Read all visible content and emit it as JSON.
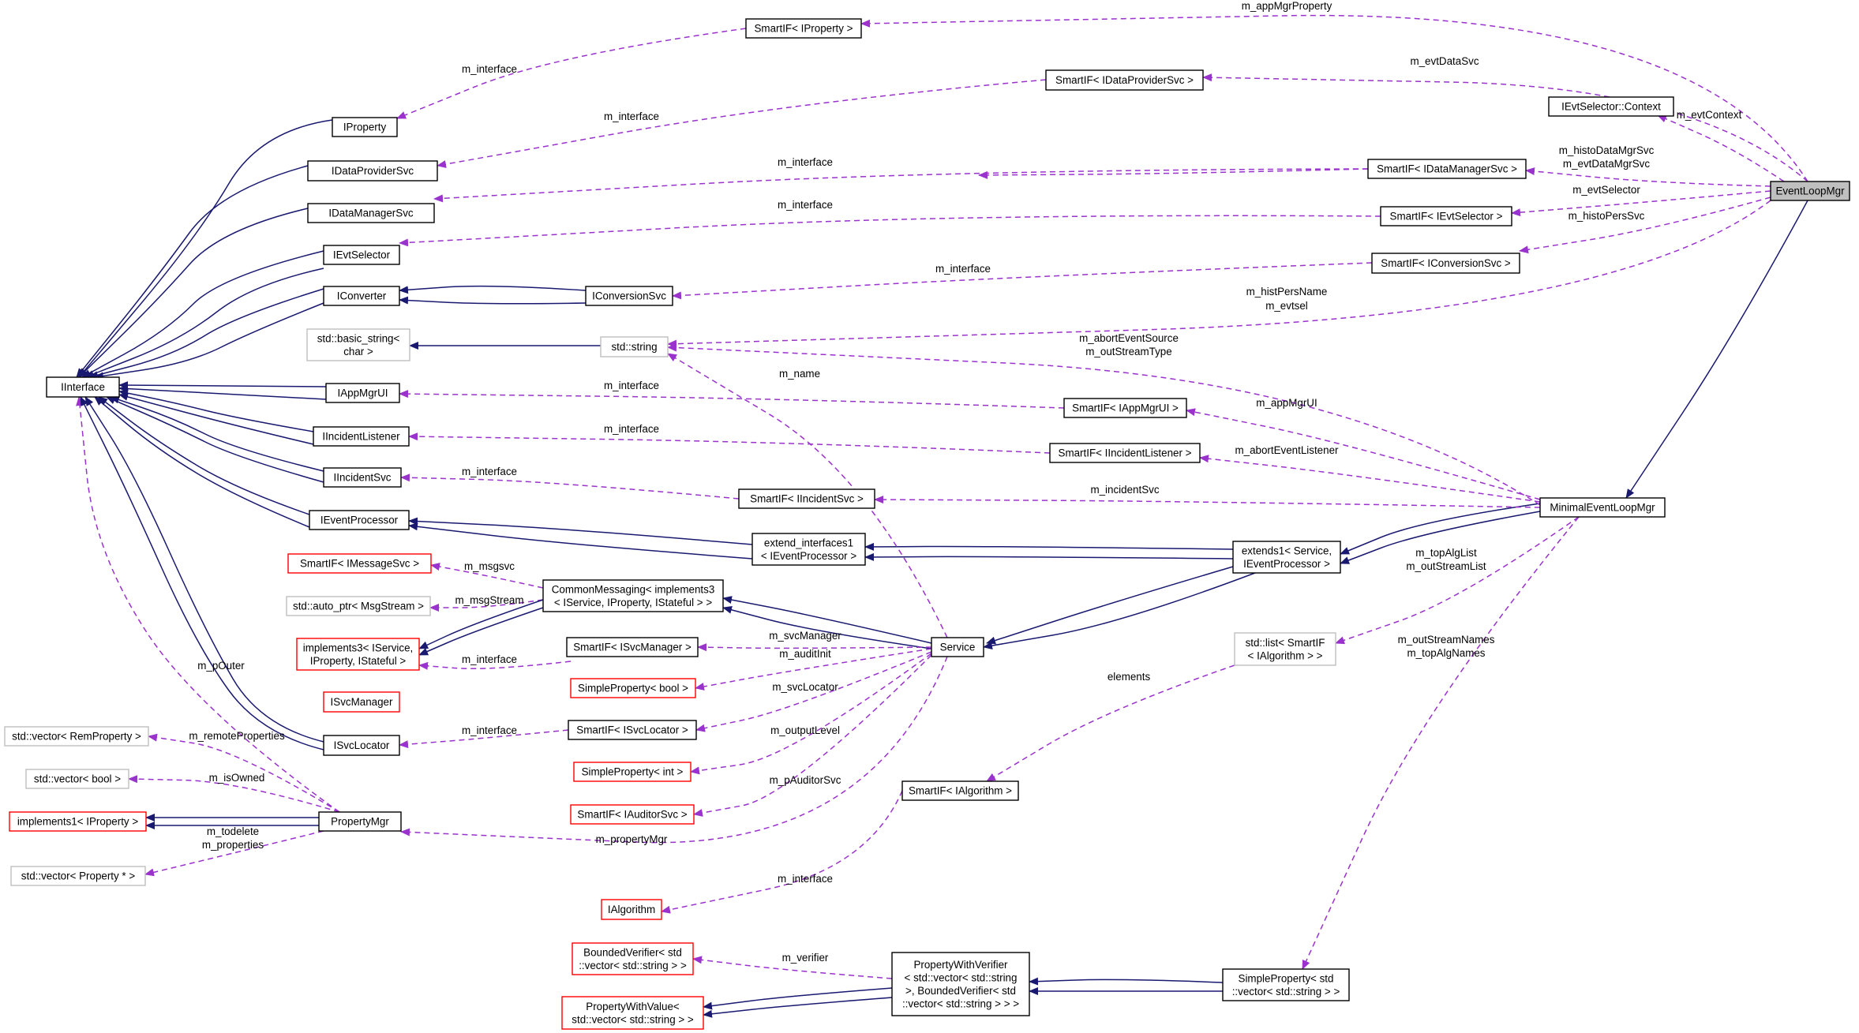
{
  "nodes": [
    {
      "id": "IInterface",
      "lines": [
        "IInterface"
      ],
      "style": "normal"
    },
    {
      "id": "IProperty",
      "lines": [
        "IProperty"
      ],
      "style": "normal"
    },
    {
      "id": "IDataProviderSvc",
      "lines": [
        "IDataProviderSvc"
      ],
      "style": "normal"
    },
    {
      "id": "IDataManagerSvc",
      "lines": [
        "IDataManagerSvc"
      ],
      "style": "normal"
    },
    {
      "id": "IEvtSelector",
      "lines": [
        "IEvtSelector"
      ],
      "style": "normal"
    },
    {
      "id": "IConverter",
      "lines": [
        "IConverter"
      ],
      "style": "normal"
    },
    {
      "id": "IConversionSvc",
      "lines": [
        "IConversionSvc"
      ],
      "style": "normal"
    },
    {
      "id": "basic_string",
      "lines": [
        "std::basic_string<",
        "char >"
      ],
      "style": "grey"
    },
    {
      "id": "std_string",
      "lines": [
        "std::string"
      ],
      "style": "grey"
    },
    {
      "id": "IAppMgrUI",
      "lines": [
        "IAppMgrUI"
      ],
      "style": "normal"
    },
    {
      "id": "IIncidentListener",
      "lines": [
        "IIncidentListener"
      ],
      "style": "normal"
    },
    {
      "id": "IIncidentSvc",
      "lines": [
        "IIncidentSvc"
      ],
      "style": "normal"
    },
    {
      "id": "IEventProcessor",
      "lines": [
        "IEventProcessor"
      ],
      "style": "normal"
    },
    {
      "id": "SIF_IMessageSvc",
      "lines": [
        "SmartIF< IMessageSvc >"
      ],
      "style": "red"
    },
    {
      "id": "auto_ptr",
      "lines": [
        "std::auto_ptr< MsgStream >"
      ],
      "style": "grey"
    },
    {
      "id": "implements3",
      "lines": [
        "implements3< IService,",
        "IProperty, IStateful >"
      ],
      "style": "red"
    },
    {
      "id": "ISvcManager",
      "lines": [
        "ISvcManager"
      ],
      "style": "red"
    },
    {
      "id": "ISvcLocator",
      "lines": [
        "ISvcLocator"
      ],
      "style": "normal"
    },
    {
      "id": "vec_RemProperty",
      "lines": [
        "std::vector< RemProperty >"
      ],
      "style": "grey"
    },
    {
      "id": "vec_bool",
      "lines": [
        "std::vector< bool >"
      ],
      "style": "grey"
    },
    {
      "id": "implements1",
      "lines": [
        "implements1< IProperty >"
      ],
      "style": "red"
    },
    {
      "id": "PropertyMgr",
      "lines": [
        "PropertyMgr"
      ],
      "style": "normal"
    },
    {
      "id": "vec_Property",
      "lines": [
        "std::vector< Property * >"
      ],
      "style": "grey"
    },
    {
      "id": "SIF_IProperty",
      "lines": [
        "SmartIF< IProperty >"
      ],
      "style": "normal"
    },
    {
      "id": "SIF_IDataProviderSvc",
      "lines": [
        "SmartIF< IDataProviderSvc >"
      ],
      "style": "normal"
    },
    {
      "id": "IEvtSelector_Context",
      "lines": [
        "IEvtSelector::Context"
      ],
      "style": "normal"
    },
    {
      "id": "SIF_IDataManagerSvc",
      "lines": [
        "SmartIF< IDataManagerSvc >"
      ],
      "style": "normal"
    },
    {
      "id": "SIF_IEvtSelector",
      "lines": [
        "SmartIF< IEvtSelector >"
      ],
      "style": "normal"
    },
    {
      "id": "SIF_IConversionSvc",
      "lines": [
        "SmartIF< IConversionSvc >"
      ],
      "style": "normal"
    },
    {
      "id": "EventLoopMgr",
      "lines": [
        "EventLoopMgr"
      ],
      "style": "highlight"
    },
    {
      "id": "SIF_IAppMgrUI",
      "lines": [
        "SmartIF< IAppMgrUI >"
      ],
      "style": "normal"
    },
    {
      "id": "SIF_IIncidentListener",
      "lines": [
        "SmartIF< IIncidentListener >"
      ],
      "style": "normal"
    },
    {
      "id": "SIF_IIncidentSvc",
      "lines": [
        "SmartIF< IIncidentSvc >"
      ],
      "style": "normal"
    },
    {
      "id": "MinimalEventLoopMgr",
      "lines": [
        "MinimalEventLoopMgr"
      ],
      "style": "normal"
    },
    {
      "id": "extend_interfaces1",
      "lines": [
        "extend_interfaces1",
        "< IEventProcessor >"
      ],
      "style": "normal"
    },
    {
      "id": "extends1",
      "lines": [
        "extends1< Service,",
        "IEventProcessor >"
      ],
      "style": "normal"
    },
    {
      "id": "CommonMessaging",
      "lines": [
        "CommonMessaging< implements3",
        "< IService, IProperty, IStateful > >"
      ],
      "style": "normal"
    },
    {
      "id": "SIF_ISvcManager",
      "lines": [
        "SmartIF< ISvcManager >"
      ],
      "style": "normal"
    },
    {
      "id": "Service",
      "lines": [
        "Service"
      ],
      "style": "normal"
    },
    {
      "id": "SP_bool",
      "lines": [
        "SimpleProperty< bool >"
      ],
      "style": "red"
    },
    {
      "id": "SIF_ISvcLocator",
      "lines": [
        "SmartIF< ISvcLocator >"
      ],
      "style": "normal"
    },
    {
      "id": "SP_int",
      "lines": [
        "SimpleProperty< int >"
      ],
      "style": "red"
    },
    {
      "id": "SIF_IAuditorSvc",
      "lines": [
        "SmartIF< IAuditorSvc >"
      ],
      "style": "red"
    },
    {
      "id": "std_list",
      "lines": [
        "std::list< SmartIF",
        "< IAlgorithm > >"
      ],
      "style": "grey"
    },
    {
      "id": "SIF_IAlgorithm",
      "lines": [
        "SmartIF< IAlgorithm >"
      ],
      "style": "normal"
    },
    {
      "id": "IAlgorithm",
      "lines": [
        "IAlgorithm"
      ],
      "style": "red"
    },
    {
      "id": "BoundedVerifier",
      "lines": [
        "BoundedVerifier< std",
        "::vector< std::string > >"
      ],
      "style": "red"
    },
    {
      "id": "PropertyWithValue",
      "lines": [
        "PropertyWithValue<",
        "std::vector< std::string > >"
      ],
      "style": "red"
    },
    {
      "id": "PropertyWithVerifier",
      "lines": [
        "PropertyWithVerifier",
        "< std::vector< std::string",
        ">, BoundedVerifier< std",
        "::vector< std::string > > >"
      ],
      "style": "normal"
    },
    {
      "id": "SP_vec_string",
      "lines": [
        "SimpleProperty< std",
        "::vector< std::string > >"
      ],
      "style": "normal"
    }
  ],
  "edges": [
    {
      "id": "e01",
      "kind": "inherit"
    },
    {
      "id": "e02",
      "kind": "inherit"
    },
    {
      "id": "e03",
      "kind": "inherit"
    },
    {
      "id": "e04",
      "kind": "inherit"
    },
    {
      "id": "e05",
      "kind": "inherit"
    },
    {
      "id": "e06",
      "kind": "inherit"
    },
    {
      "id": "e07",
      "kind": "inherit"
    },
    {
      "id": "e08",
      "kind": "inherit"
    },
    {
      "id": "e09",
      "kind": "inherit"
    },
    {
      "id": "e10",
      "kind": "inherit"
    },
    {
      "id": "e11",
      "kind": "inherit"
    },
    {
      "id": "e12",
      "kind": "inherit"
    },
    {
      "id": "e13",
      "kind": "inherit"
    },
    {
      "id": "e14",
      "kind": "inherit"
    },
    {
      "id": "e15",
      "kind": "inherit"
    },
    {
      "id": "e16",
      "kind": "inherit"
    },
    {
      "id": "e17",
      "kind": "inherit"
    },
    {
      "id": "e18",
      "kind": "inherit"
    },
    {
      "id": "e19",
      "kind": "inherit"
    },
    {
      "id": "e20",
      "kind": "inherit"
    },
    {
      "id": "e21",
      "kind": "inherit"
    },
    {
      "id": "e22",
      "kind": "inherit"
    },
    {
      "id": "e23",
      "kind": "inherit"
    },
    {
      "id": "e24",
      "kind": "inherit"
    },
    {
      "id": "e25",
      "kind": "inherit"
    },
    {
      "id": "e26",
      "kind": "inherit"
    },
    {
      "id": "e27",
      "kind": "inherit"
    },
    {
      "id": "e28",
      "kind": "inherit"
    },
    {
      "id": "e29",
      "kind": "inherit"
    },
    {
      "id": "u01",
      "kind": "use",
      "label": [
        "m_interface"
      ]
    },
    {
      "id": "u02",
      "kind": "use",
      "label": [
        "m_interface"
      ]
    },
    {
      "id": "u03",
      "kind": "use",
      "label": [
        "m_interface"
      ]
    },
    {
      "id": "u04",
      "kind": "use",
      "label": [
        "m_interface"
      ]
    },
    {
      "id": "u05",
      "kind": "use",
      "label": [
        "m_interface"
      ]
    },
    {
      "id": "u06",
      "kind": "use",
      "label": [
        "m_interface"
      ]
    },
    {
      "id": "u07",
      "kind": "use",
      "label": [
        "m_interface"
      ]
    },
    {
      "id": "u08",
      "kind": "use",
      "label": [
        "m_interface"
      ]
    },
    {
      "id": "u09",
      "kind": "use",
      "label": [
        "m_interface"
      ]
    },
    {
      "id": "u10",
      "kind": "use",
      "label": [
        "m_interface"
      ]
    },
    {
      "id": "u11",
      "kind": "use",
      "label": [
        "m_interface"
      ]
    },
    {
      "id": "u12",
      "kind": "use",
      "label": [
        "m_interface"
      ]
    },
    {
      "id": "u13",
      "kind": "use",
      "label": [
        "m_appMgrProperty"
      ]
    },
    {
      "id": "u14",
      "kind": "use",
      "label": [
        "m_evtDataSvc"
      ]
    },
    {
      "id": "u15",
      "kind": "use",
      "label": [
        "m_evtContext"
      ]
    },
    {
      "id": "u16",
      "kind": "use",
      "label": [
        "m_histoDataMgrSvc",
        "m_evtDataMgrSvc"
      ]
    },
    {
      "id": "u17",
      "kind": "use",
      "label": [
        "m_evtSelector"
      ]
    },
    {
      "id": "u18",
      "kind": "use",
      "label": [
        "m_histoPersSvc"
      ]
    },
    {
      "id": "u19",
      "kind": "use",
      "label": [
        "m_histPersName",
        "m_evtsel"
      ]
    },
    {
      "id": "u20",
      "kind": "use",
      "label": [
        "m_abortEventSource",
        "m_outStreamType"
      ]
    },
    {
      "id": "u21",
      "kind": "use",
      "label": [
        "m_name"
      ]
    },
    {
      "id": "u22",
      "kind": "use",
      "label": [
        "m_appMgrUI"
      ]
    },
    {
      "id": "u23",
      "kind": "use",
      "label": [
        "m_abortEventListener"
      ]
    },
    {
      "id": "u24",
      "kind": "use",
      "label": [
        "m_incidentSvc"
      ]
    },
    {
      "id": "u25",
      "kind": "use",
      "label": [
        "m_topAlgList",
        "m_outStreamList"
      ]
    },
    {
      "id": "u26",
      "kind": "use",
      "label": [
        "m_outStreamNames",
        "m_topAlgNames"
      ]
    },
    {
      "id": "u27",
      "kind": "use",
      "label": [
        "m_msgsvc"
      ]
    },
    {
      "id": "u28",
      "kind": "use",
      "label": [
        "m_msgStream"
      ]
    },
    {
      "id": "u29",
      "kind": "use",
      "label": [
        "m_svcManager"
      ]
    },
    {
      "id": "u30",
      "kind": "use",
      "label": [
        "m_auditInit"
      ]
    },
    {
      "id": "u31",
      "kind": "use",
      "label": [
        "m_svcLocator"
      ]
    },
    {
      "id": "u32",
      "kind": "use",
      "label": [
        "m_outputLevel"
      ]
    },
    {
      "id": "u33",
      "kind": "use",
      "label": [
        "m_pAuditorSvc"
      ]
    },
    {
      "id": "u34",
      "kind": "use",
      "label": [
        "m_propertyMgr"
      ]
    },
    {
      "id": "u35",
      "kind": "use",
      "label": [
        "m_pOuter"
      ]
    },
    {
      "id": "u36",
      "kind": "use",
      "label": [
        "m_remoteProperties"
      ]
    },
    {
      "id": "u37",
      "kind": "use",
      "label": [
        "m_isOwned"
      ]
    },
    {
      "id": "u38",
      "kind": "use",
      "label": [
        "m_todelete",
        "m_properties"
      ]
    },
    {
      "id": "u39",
      "kind": "use",
      "label": [
        "elements"
      ]
    },
    {
      "id": "u40",
      "kind": "use",
      "label": [
        "m_verifier"
      ]
    }
  ],
  "colors": {
    "inherit": "#191970",
    "use": "#9a32cd",
    "border_normal": "#000000",
    "border_red": "#ff0000",
    "border_grey": "#bfbfbf",
    "highlight_fill": "#bfbfbf"
  }
}
